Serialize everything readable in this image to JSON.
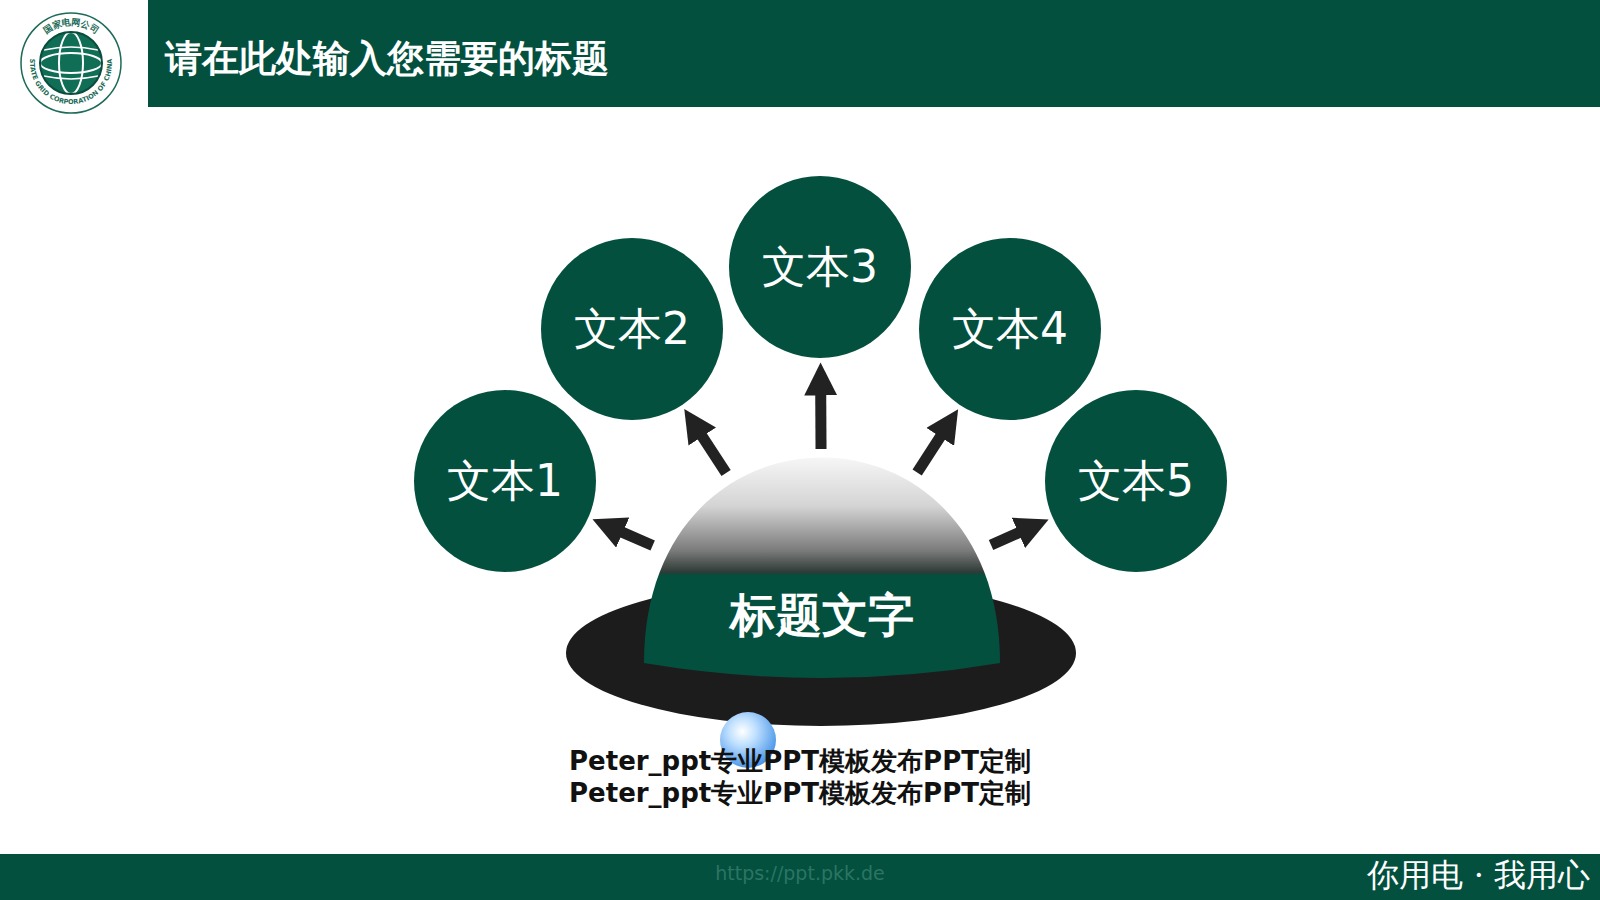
{
  "diagram": {
    "title": "请在此处输入您需要的标题",
    "nodes": [
      {
        "text": [
          "标题文字"
        ]
      },
      {
        "text": [
          "文本1"
        ]
      },
      {
        "text": [
          "文本2"
        ]
      },
      {
        "text": [
          "文本3"
        ]
      },
      {
        "text": [
          "文本4"
        ]
      },
      {
        "text": [
          "文本5"
        ]
      }
    ],
    "edges": [
      {
        "from": 0,
        "to": 1,
        "arrow": "to"
      },
      {
        "from": 0,
        "to": 2,
        "arrow": "to"
      },
      {
        "from": 0,
        "to": 3,
        "arrow": "to"
      },
      {
        "from": 0,
        "to": 4,
        "arrow": "to"
      },
      {
        "from": 0,
        "to": 5,
        "arrow": "to"
      }
    ],
    "labels": [
      "国家电网公司",
      "STATE GRID CORPORATION OF CHINA",
      "Peter_ppt专业PPT模板发布PPT定制",
      "Peter_ppt专业PPT模板发布PPT定制",
      "https://ppt.pkk.de",
      "你用电 · 我用心"
    ]
  }
}
